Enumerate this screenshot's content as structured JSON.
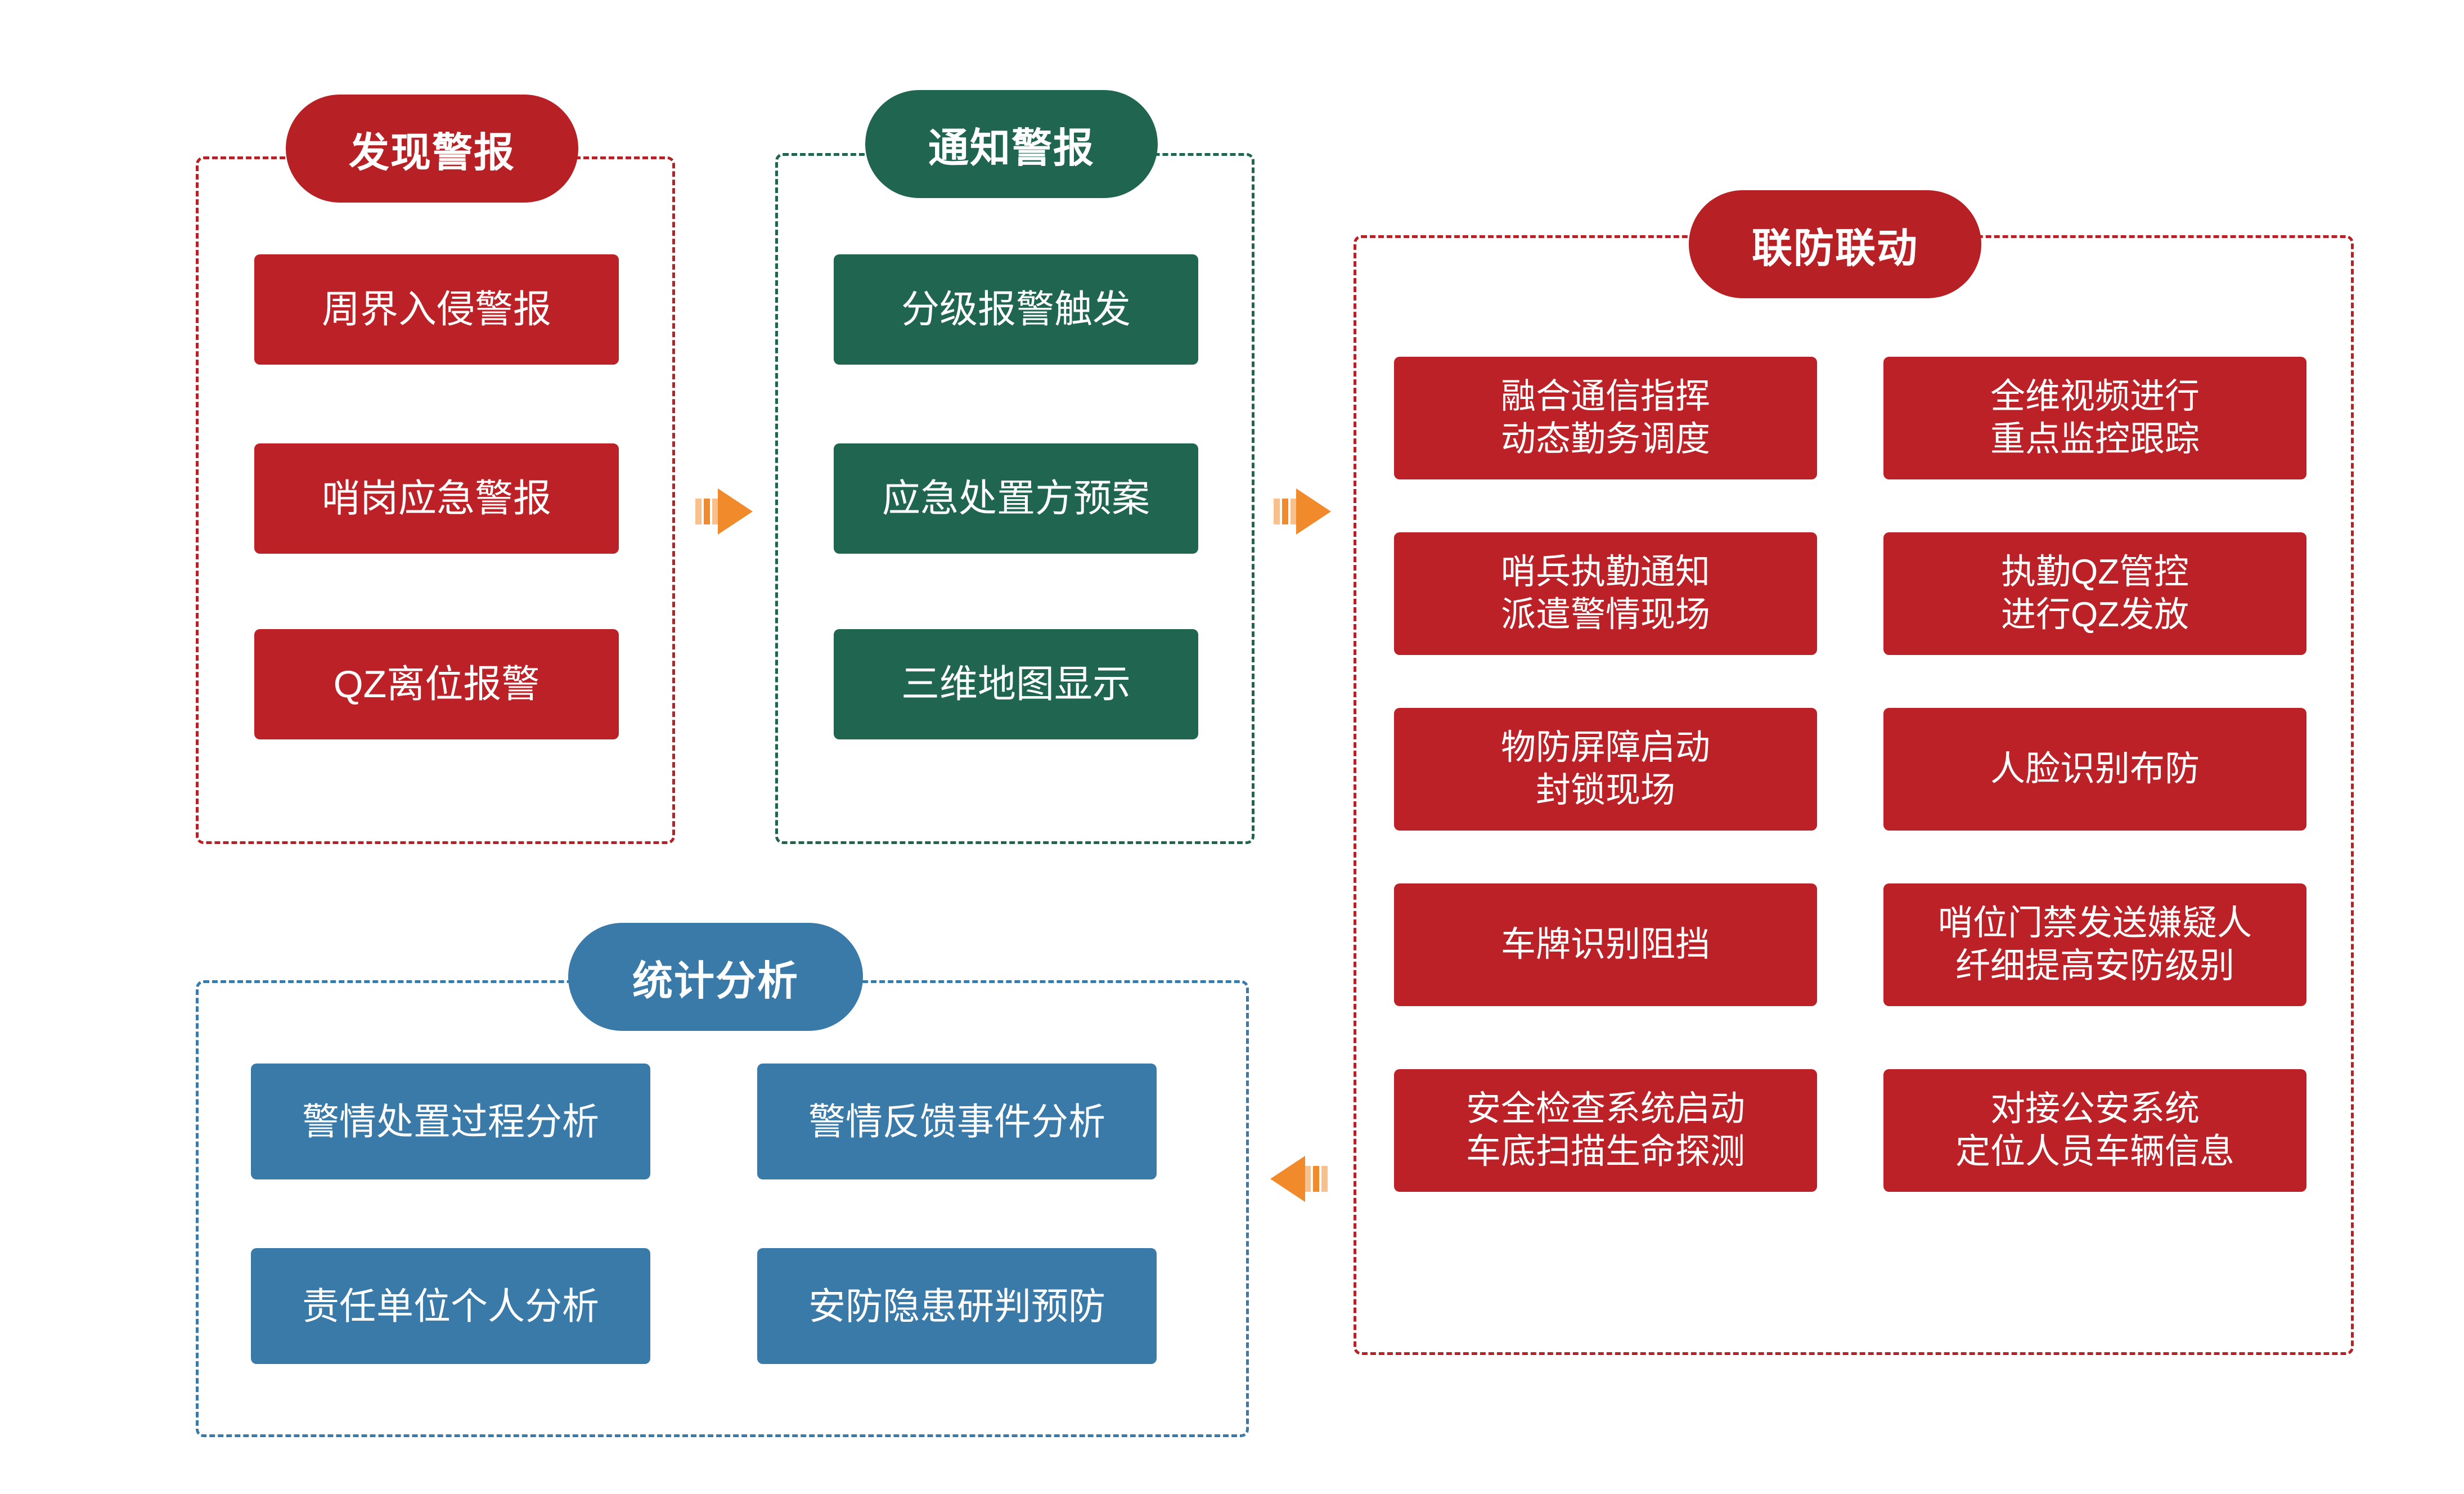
{
  "diagram": {
    "title_hidden": "",
    "colors": {
      "red": "#B72025",
      "red_box": "#BC2127",
      "green": "#206550",
      "blue": "#3A7AA8",
      "arrow_orange": "#F08A2B",
      "arrow_orange_light": "#F8C08C",
      "background": "#FFFFFF",
      "text_on_fill": "#FFFFFF"
    }
  },
  "groups": {
    "discover_alarm": {
      "header": "发现警报",
      "accent": "#B72025",
      "items": [
        {
          "line1": "周界入侵警报",
          "line2": ""
        },
        {
          "line1": "哨岗应急警报",
          "line2": ""
        },
        {
          "line1": "QZ离位报警",
          "line2": ""
        }
      ]
    },
    "notify_alarm": {
      "header": "通知警报",
      "accent": "#206550",
      "items": [
        {
          "line1": "分级报警触发",
          "line2": ""
        },
        {
          "line1": "应急处置方预案",
          "line2": ""
        },
        {
          "line1": "三维地图显示",
          "line2": ""
        }
      ]
    },
    "joint_defense": {
      "header": "联防联动",
      "accent": "#B72025",
      "items_left": [
        {
          "line1": "融合通信指挥",
          "line2": "动态勤务调度"
        },
        {
          "line1": "哨兵执勤通知",
          "line2": "派遣警情现场"
        },
        {
          "line1": "物防屏障启动",
          "line2": "封锁现场"
        },
        {
          "line1": "车牌识别阻挡",
          "line2": ""
        },
        {
          "line1": "安全检查系统启动",
          "line2": "车底扫描生命探测"
        }
      ],
      "items_right": [
        {
          "line1": "全维视频进行",
          "line2": "重点监控跟踪"
        },
        {
          "line1": "执勤QZ管控",
          "line2": "进行QZ发放"
        },
        {
          "line1": "人脸识别布防",
          "line2": ""
        },
        {
          "line1": "哨位门禁发送嫌疑人",
          "line2": "纤细提高安防级别"
        },
        {
          "line1": "对接公安系统",
          "line2": "定位人员车辆信息"
        }
      ]
    },
    "statistics": {
      "header": "统计分析",
      "accent": "#3A7AA8",
      "items": [
        {
          "line1": "警情处置过程分析",
          "line2": ""
        },
        {
          "line1": "警情反馈事件分析",
          "line2": ""
        },
        {
          "line1": "责任单位个人分析",
          "line2": ""
        },
        {
          "line1": "安防隐患研判预防",
          "line2": ""
        }
      ]
    }
  },
  "connectors": [
    {
      "name": "discover-to-notify",
      "direction": "right"
    },
    {
      "name": "notify-to-joint",
      "direction": "right"
    },
    {
      "name": "joint-to-statistics",
      "direction": "left"
    }
  ]
}
